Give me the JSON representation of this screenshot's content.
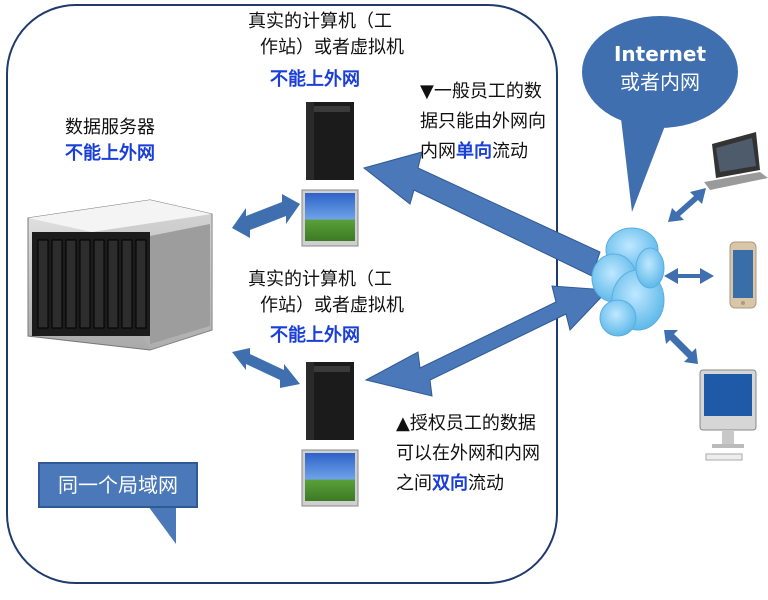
{
  "data_server": {
    "label": "数据服务器",
    "warning": "不能上外网"
  },
  "workstation_top": {
    "label_line1": "真实的计算机（工",
    "label_line2": "作站）或者虚拟机",
    "warning": "不能上外网"
  },
  "workstation_bottom": {
    "label_line1": "真实的计算机（工",
    "label_line2": "作站）或者虚拟机",
    "warning": "不能上外网"
  },
  "note_top": {
    "line1": "▼一般员工的数",
    "line2": "据只能由外网向",
    "line3_pre": "内网",
    "line3_emph": "单向",
    "line3_post": "流动"
  },
  "note_bottom": {
    "line1": "▲授权员工的数据",
    "line2": "可以在外网和内网",
    "line3_pre": "之间",
    "line3_emph": "双向",
    "line3_post": "流动"
  },
  "lan_label": "同一个局域网",
  "internet_bubble": {
    "line1": "Internet",
    "line2": "或者内网"
  },
  "colors": {
    "accent": "#1a3fd6",
    "arrow_fill": "#4a78b8",
    "bubble": "#3f6fae",
    "border": "#1f3a6e"
  },
  "icons": [
    "nas-server-icon",
    "tower-pc-icon",
    "monitor-icon",
    "cloud-icon",
    "laptop-icon",
    "phone-icon",
    "desktop-icon"
  ]
}
